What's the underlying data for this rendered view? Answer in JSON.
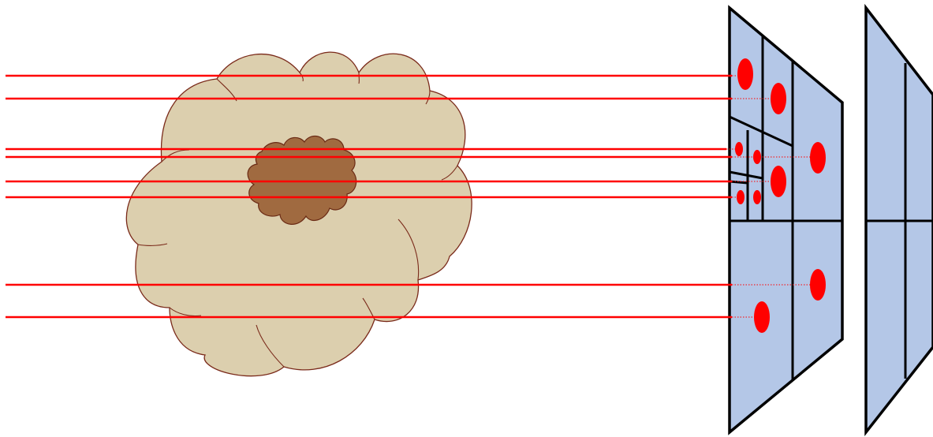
{
  "diagram": {
    "colors": {
      "background": "#ffffff",
      "ray": "#ff0000",
      "sample_dot": "#ff0000",
      "cloud_outer_fill": "#dccfae",
      "cloud_outer_stroke": "#7a2a1a",
      "cloud_inner_fill": "#a06a40",
      "cloud_inner_stroke": "#6a2a14",
      "screen_fill": "#b4c7e7",
      "screen_stroke": "#000000"
    },
    "elements": {
      "cloud_outer": "large-cloud",
      "cloud_inner": "dense-cloud-core",
      "rays": "ray",
      "screen_front": "adaptive-subdivision-plane",
      "screen_back": "uniform-subdivision-plane"
    }
  }
}
